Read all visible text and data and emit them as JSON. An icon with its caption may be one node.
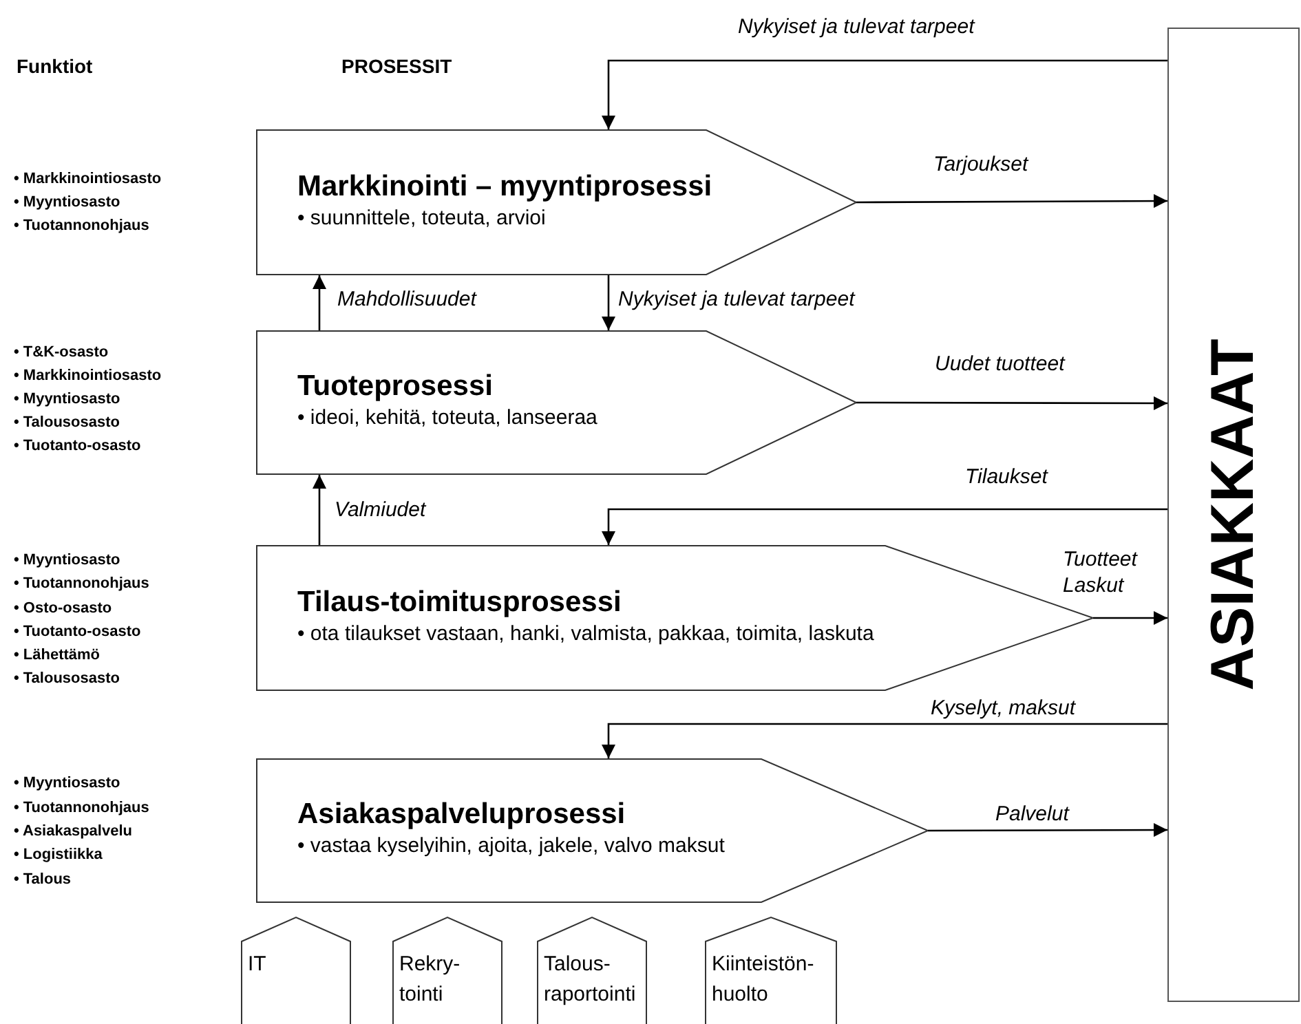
{
  "diagram": {
    "nodes": [
      {
        "text": [
          "Markkinointi – myyntiprosessi",
          "• suunnittele, toteuta, arvioi"
        ]
      },
      {
        "text": [
          "Tuoteprosessi",
          "• ideoi, kehitä, toteuta, lanseeraa"
        ]
      },
      {
        "text": [
          "Tilaus-toimitusprosessi",
          "• ota tilaukset vastaan, hanki, valmista, pakkaa, toimita, laskuta"
        ]
      },
      {
        "text": [
          "Asiakaspalveluprosessi",
          "• vastaa kyselyihin, ajoita, jakele, valvo maksut"
        ]
      },
      {
        "text": [
          "ASIAKKAAT"
        ]
      },
      {
        "text": [
          "IT"
        ]
      },
      {
        "text": [
          "Rekry- tointi"
        ]
      },
      {
        "text": [
          "Talous- raportointi"
        ]
      },
      {
        "text": [
          "Kiinteistön- huolto"
        ]
      }
    ],
    "edges": [
      {
        "from": 4,
        "to": 0,
        "arrow": "to",
        "label": "Nykyiset ja tulevat tarpeet"
      },
      {
        "from": 0,
        "to": 4,
        "arrow": "to",
        "label": "Tarjoukset"
      },
      {
        "from": 1,
        "to": 0,
        "arrow": "to",
        "label": "Mahdollisuudet"
      },
      {
        "from": 0,
        "to": 1,
        "arrow": "to",
        "label": "Nykyiset ja tulevat tarpeet"
      },
      {
        "from": 1,
        "to": 4,
        "arrow": "to",
        "label": "Uudet tuotteet"
      },
      {
        "from": 4,
        "to": 2,
        "arrow": "to",
        "label": "Tilaukset"
      },
      {
        "from": 2,
        "to": 1,
        "arrow": "to",
        "label": "Valmiudet"
      },
      {
        "from": 2,
        "to": 4,
        "arrow": "to",
        "label": "Tuotteet Laskut"
      },
      {
        "from": 4,
        "to": 3,
        "arrow": "to",
        "label": "Kyselyt, maksut"
      },
      {
        "from": 3,
        "to": 4,
        "arrow": "to",
        "label": "Palvelut"
      }
    ],
    "labels": [
      "Funktiot",
      "PROSESSIT",
      "• Markkinointiosasto",
      "• Myyntiosasto",
      "• Tuotannonohjaus",
      "• T&K-osasto",
      "• Markkinointiosasto",
      "• Myyntiosasto",
      "• Talousosasto",
      "• Tuotanto-osasto",
      "• Myyntiosasto",
      "• Tuotannonohjaus",
      "• Osto-osasto",
      "• Tuotanto-osasto",
      "• Lähettämö",
      "• Talousosasto",
      "• Myyntiosasto",
      "• Tuotannonohjaus",
      "• Asiakaspalvelu",
      "• Logistiikka",
      "• Talous"
    ]
  }
}
